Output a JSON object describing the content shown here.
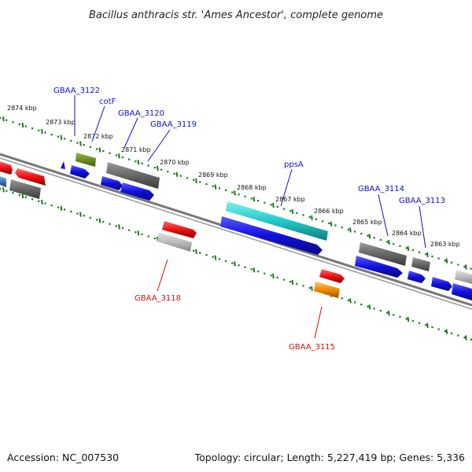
{
  "header": {
    "title": "Bacillus anthracis str. 'Ames Ancestor', complete genome"
  },
  "footer": {
    "accession": "Accession: NC_007530",
    "summary": "Topology: circular; Length: 5,227,419 bp; Genes: 5,336"
  },
  "scale_labels": [
    "2874 kbp",
    "2873 kbp",
    "2872 kbp",
    "2871 kbp",
    "2870 kbp",
    "2869 kbp",
    "2868 kbp",
    "2867 kbp",
    "2866 kbp",
    "2865 kbp",
    "2864 kbp",
    "2863 kbp"
  ],
  "gene_labels": {
    "gbaa_3122": "GBAA_3122",
    "cotf": "cotF",
    "gbaa_3120": "GBAA_3120",
    "gbaa_3119": "GBAA_3119",
    "ppsa": "ppsA",
    "gbaa_3114": "GBAA_3114",
    "gbaa_3113": "GBAA_3113",
    "gbaa_3118": "GBAA_3118",
    "gbaa_3115": "GBAA_3115"
  },
  "colors": {
    "cds_blue": "#1010e0",
    "gene_gray": "#666666",
    "rna_red": "#ee1111",
    "light_gray": "#bbbbbb",
    "cyan": "#22c8c8",
    "olive": "#6b8e23",
    "orange": "#f08a00",
    "steel_blue": "#3a78b0",
    "scale_green": "#1a7a1a",
    "backbone": "#777777"
  }
}
